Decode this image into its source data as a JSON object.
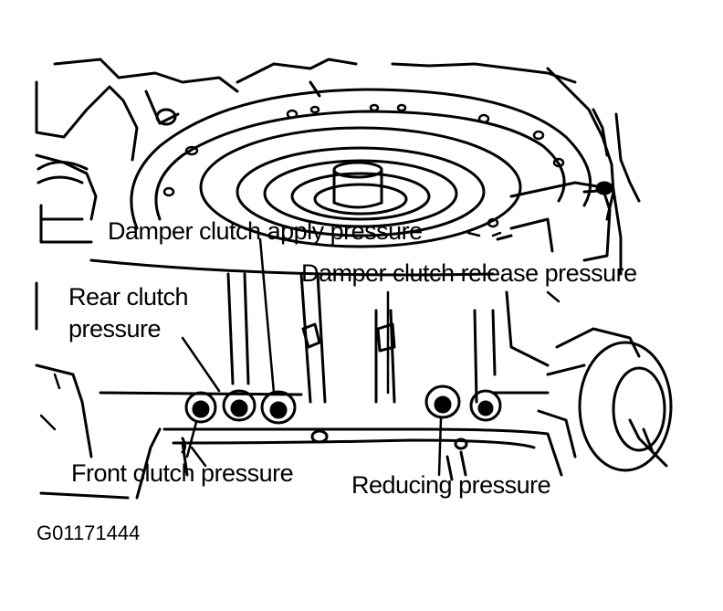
{
  "labels": {
    "damper_apply": "Damper clutch apply pressure",
    "damper_release": "Damper clutch release pressure",
    "rear_clutch_line1": "Rear clutch",
    "rear_clutch_line2": "pressure",
    "front_clutch": "Front clutch pressure",
    "reducing": "Reducing pressure"
  },
  "figure_id": "G01171444",
  "colors": {
    "ink": "#000000",
    "paper": "#ffffff"
  }
}
